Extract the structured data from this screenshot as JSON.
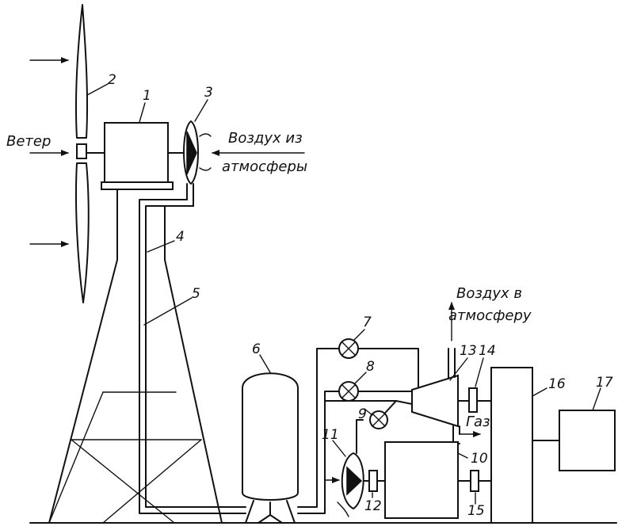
{
  "texts": {
    "wind": "Ветер",
    "air_in_line1": "Воздух из",
    "air_in_line2": "атмосферы",
    "air_out_line1": "Воздух в",
    "air_out_line2": "атмосферу",
    "gas": "Газ"
  },
  "labels": {
    "n1": "1",
    "n2": "2",
    "n3": "3",
    "n4": "4",
    "n5": "5",
    "n6": "6",
    "n7": "7",
    "n8": "8",
    "n9": "9",
    "n10": "10",
    "n11": "11",
    "n12": "12",
    "n13": "13",
    "n14": "14",
    "n15": "15",
    "n16": "16",
    "n17": "17"
  }
}
